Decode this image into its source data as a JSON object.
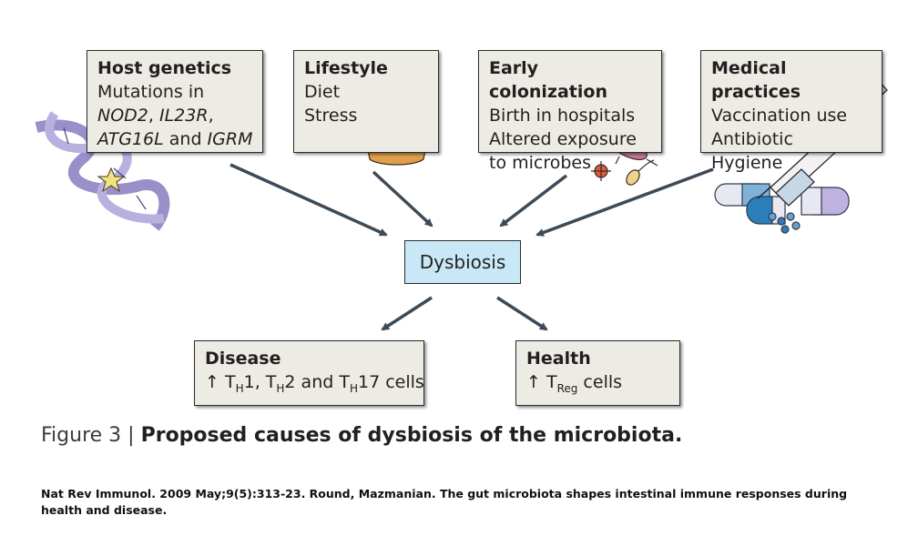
{
  "cause_boxes": {
    "host_genetics": {
      "title": "Host genetics",
      "line1": "Mutations in",
      "gene1": "NOD2",
      "comma1": ",",
      "gene2": "IL23R",
      "comma2": ",",
      "gene3": "ATG16L",
      "and": " and ",
      "gene4": "IGRM"
    },
    "lifestyle": {
      "title": "Lifestyle",
      "line1": "Diet",
      "line2": "Stress"
    },
    "early_colonization": {
      "title": "Early colonization",
      "line1": "Birth in hospitals",
      "line2": "Altered exposure",
      "line3": "to microbes"
    },
    "medical_practices": {
      "title": "Medical practices",
      "line1": "Vaccination use",
      "line2": "Antibiotic",
      "line3": "Hygiene"
    }
  },
  "center": {
    "label": "Dysbiosis"
  },
  "outcomes": {
    "disease": {
      "title": "Disease",
      "arrow": "↑",
      "t1": "T",
      "h1": "H",
      "n1": "1, ",
      "t2": "T",
      "h2": "H",
      "n2": "2 and ",
      "t3": "T",
      "h3": "H",
      "n3": "17 cells"
    },
    "health": {
      "title": "Health",
      "arrow": "↑",
      "t": "T",
      "reg": "Reg",
      "cells": " cells"
    }
  },
  "caption": {
    "label": "Figure 3",
    "separator": "|",
    "text": "Proposed causes of dysbiosis of the microbiota."
  },
  "citation": "Nat Rev Immunol. 2009 May;9(5):313-23. Round, Mazmanian. The gut microbiota shapes intestinal immune responses during health and disease.",
  "colors": {
    "box_fill": "#ecebe4",
    "dysbiosis_fill": "#c9e8f7",
    "arrow": "#3d4a57",
    "dna": "#9a8fc9"
  },
  "icons": [
    "dna-helix-icon",
    "burger-icon",
    "microbe-icon",
    "syringe-icon",
    "pills-icon"
  ]
}
